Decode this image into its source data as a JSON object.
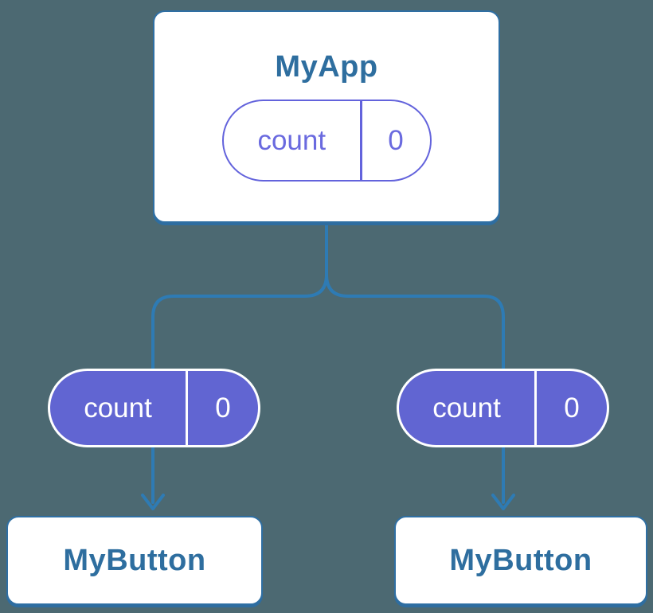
{
  "tree": {
    "root": {
      "label": "MyApp",
      "state": {
        "name": "count",
        "value": "0"
      }
    },
    "branches": [
      {
        "state": {
          "name": "count",
          "value": "0"
        },
        "child_label": "MyButton"
      },
      {
        "state": {
          "name": "count",
          "value": "0"
        },
        "child_label": "MyButton"
      }
    ]
  },
  "icons": {
    "branch_arrow": "arrow-down"
  },
  "colors": {
    "background": "#4C6972",
    "connector": "#2E7BB4",
    "card_background": "#FFFFFF",
    "card_border": "#2F6FA3",
    "component_text": "#2E6E9F",
    "state_pill_fill": "#6165D2",
    "state_pill_outline": "#6363DC",
    "state_pill_text_on_fill": "#FFFFFF",
    "state_pill_text_outline": "#6A6ADF"
  }
}
